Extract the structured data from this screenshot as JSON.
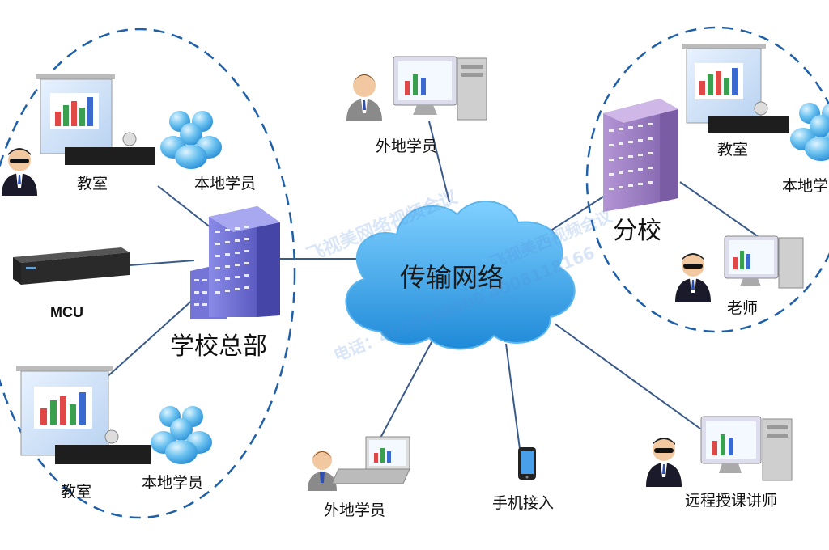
{
  "labels": {
    "network": "传输网络",
    "hq": "学校总部",
    "branch": "分校",
    "mcu": "MCU",
    "classroom_top": "教室",
    "local_top": "本地学员",
    "classroom_bottom": "教室",
    "local_bottom": "本地学员",
    "remote_top": "外地学员",
    "remote_bottom": "外地学员",
    "mobile": "手机接入",
    "remote_teacher": "远程授课讲师",
    "branch_classroom": "教室",
    "branch_local": "本地学",
    "branch_teacher": "老师"
  },
  "watermark": {
    "line1": "飞视美网络视频会议",
    "line2": "电话：4000998900 4008118166",
    "line3": "飞视美西视频会议"
  },
  "colors": {
    "cloud": "#2f9be0",
    "building": "#6a6ad0",
    "branch_building": "#9a7ec0",
    "dash": "#2060a8",
    "line": "#3a5a8a",
    "people": "#4ab0e8"
  },
  "icons": {
    "classroom": "projector-screen-icon",
    "local": "people-group-icon",
    "remote": "person-computer-icon",
    "mobile": "mobile-phone-icon",
    "mcu": "mcu-device-icon"
  }
}
